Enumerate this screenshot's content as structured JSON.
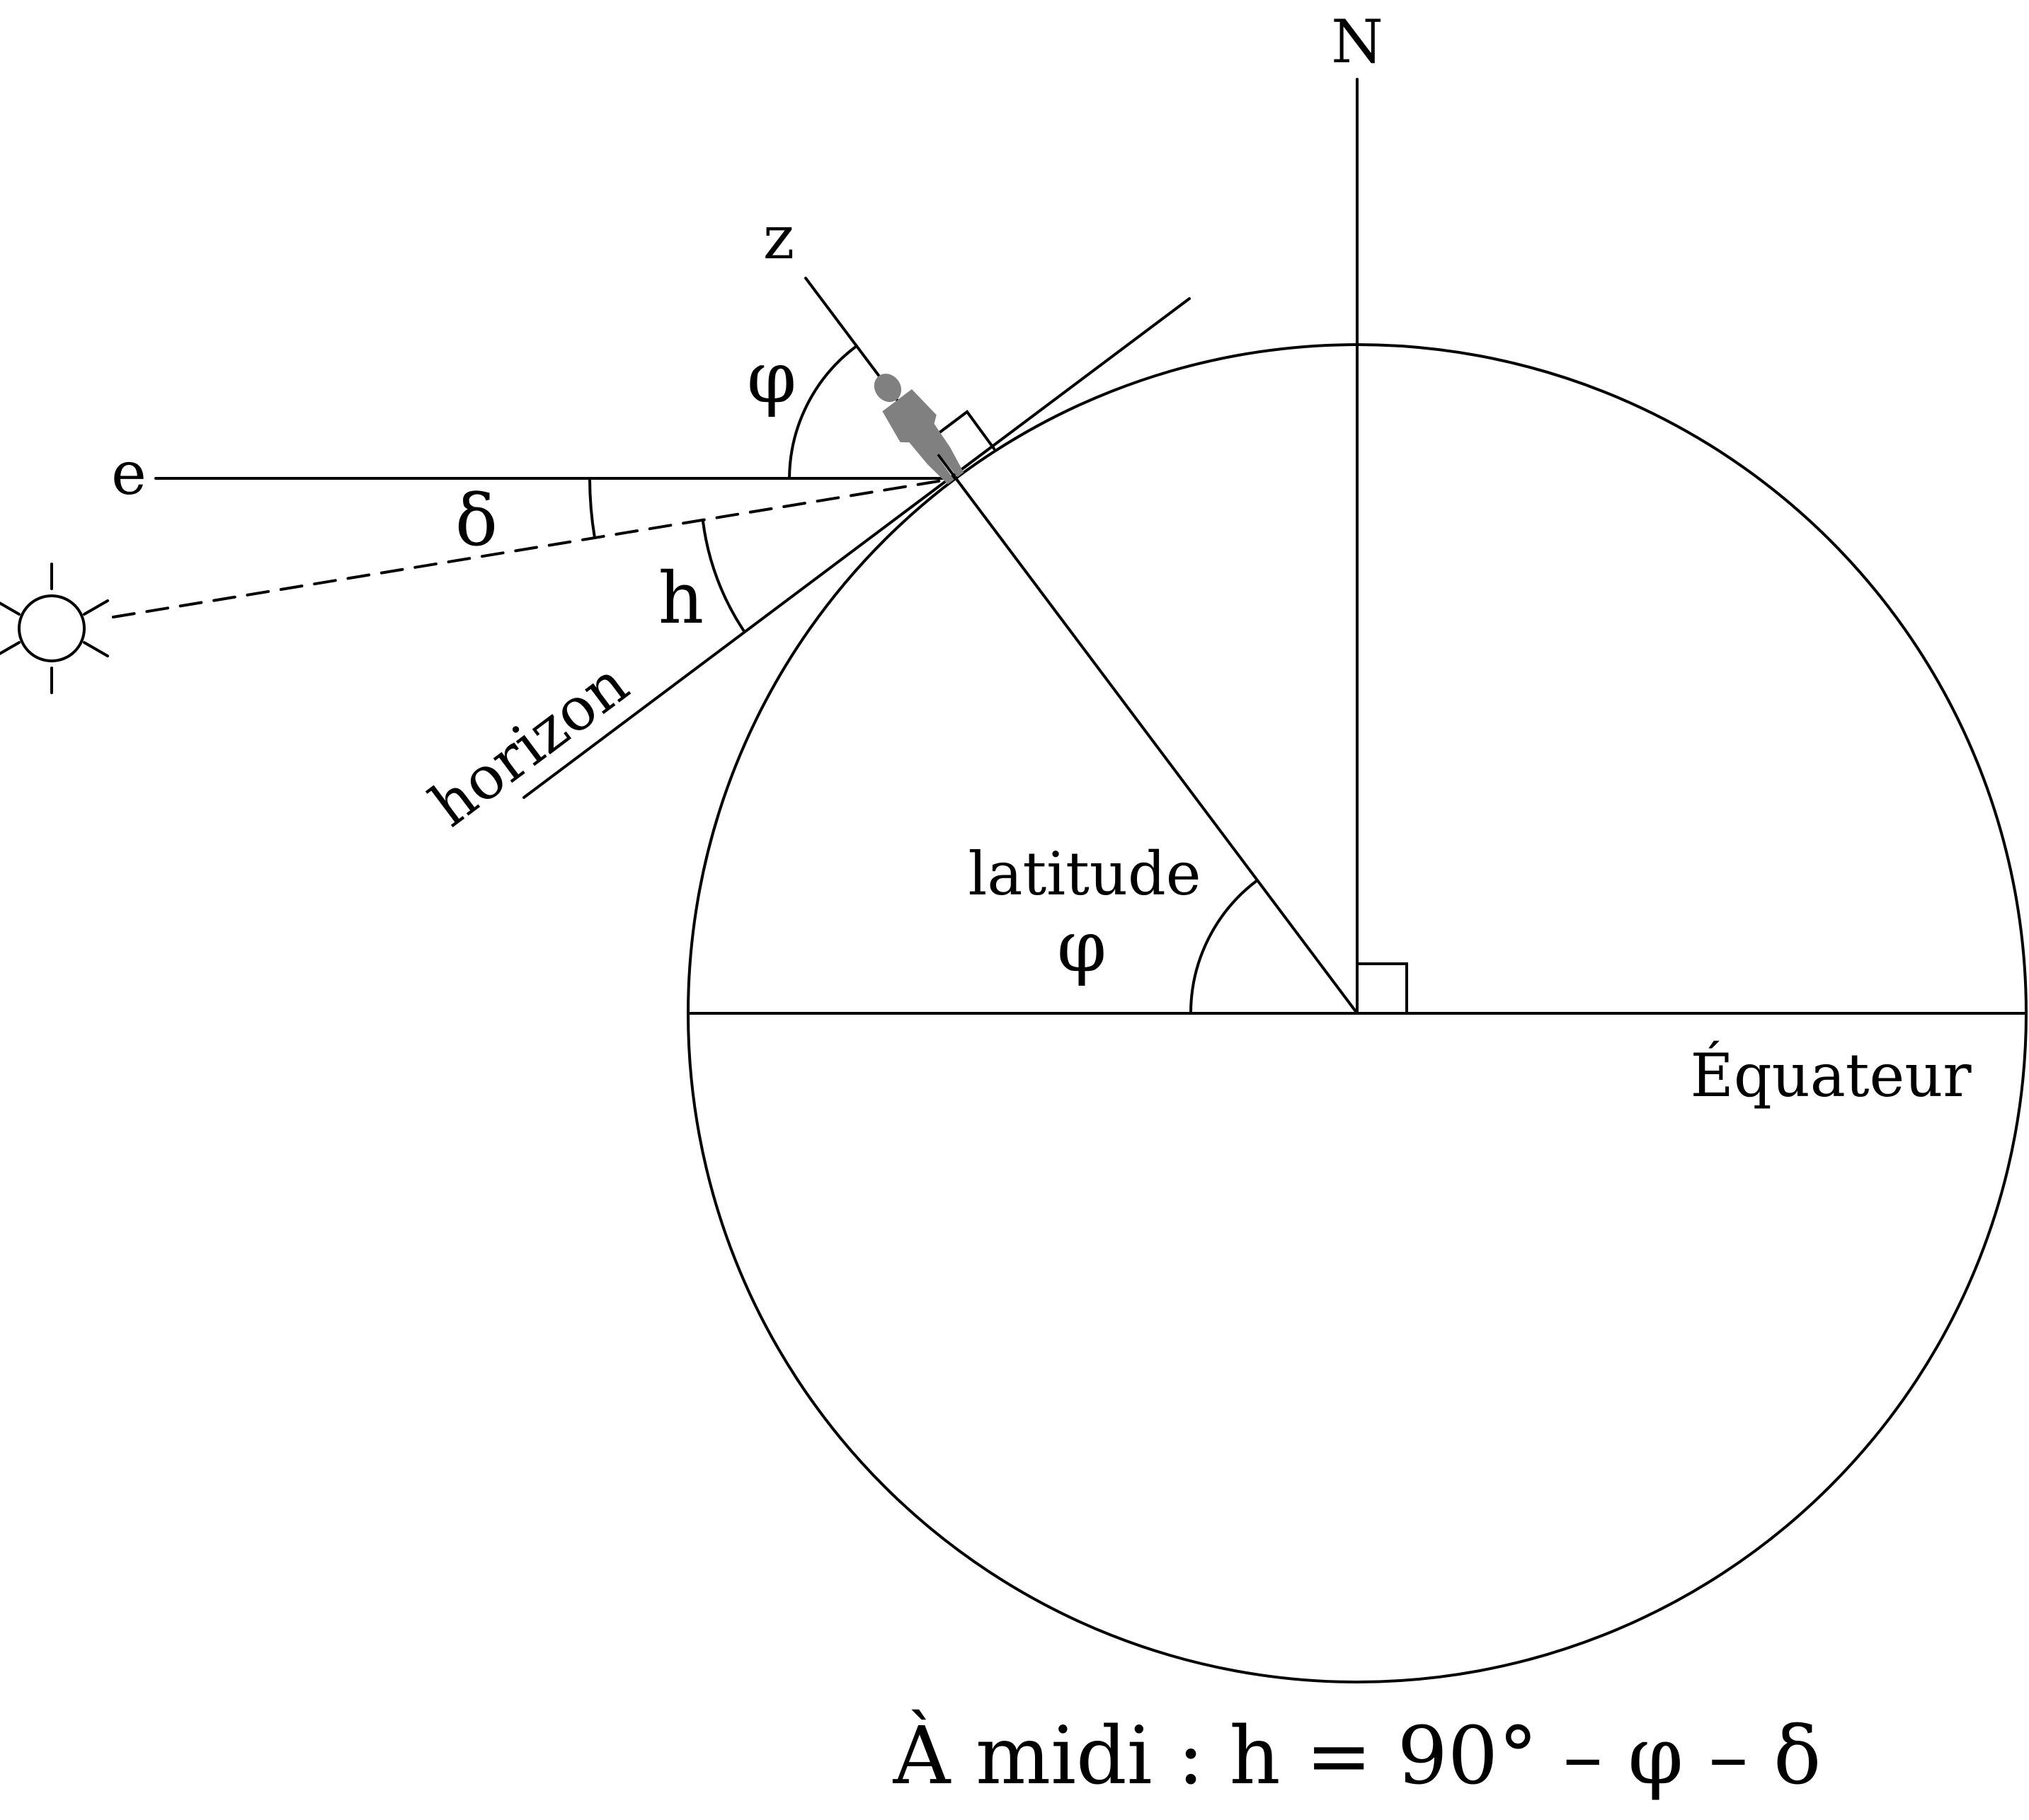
{
  "labels": {
    "north": "N",
    "zenith": "z",
    "celestial_equator": "e",
    "phi_top": "φ",
    "delta": "δ",
    "h": "h",
    "horizon": "horizon",
    "latitude": "latitude",
    "phi_center": "φ",
    "equator": "Équateur"
  },
  "formula": "À midi : h = 90° – φ – δ",
  "icons": {
    "sun": "sun-icon",
    "observer": "person-icon"
  },
  "colors": {
    "line": "#000000",
    "observer": "#808080",
    "background": "#ffffff"
  }
}
